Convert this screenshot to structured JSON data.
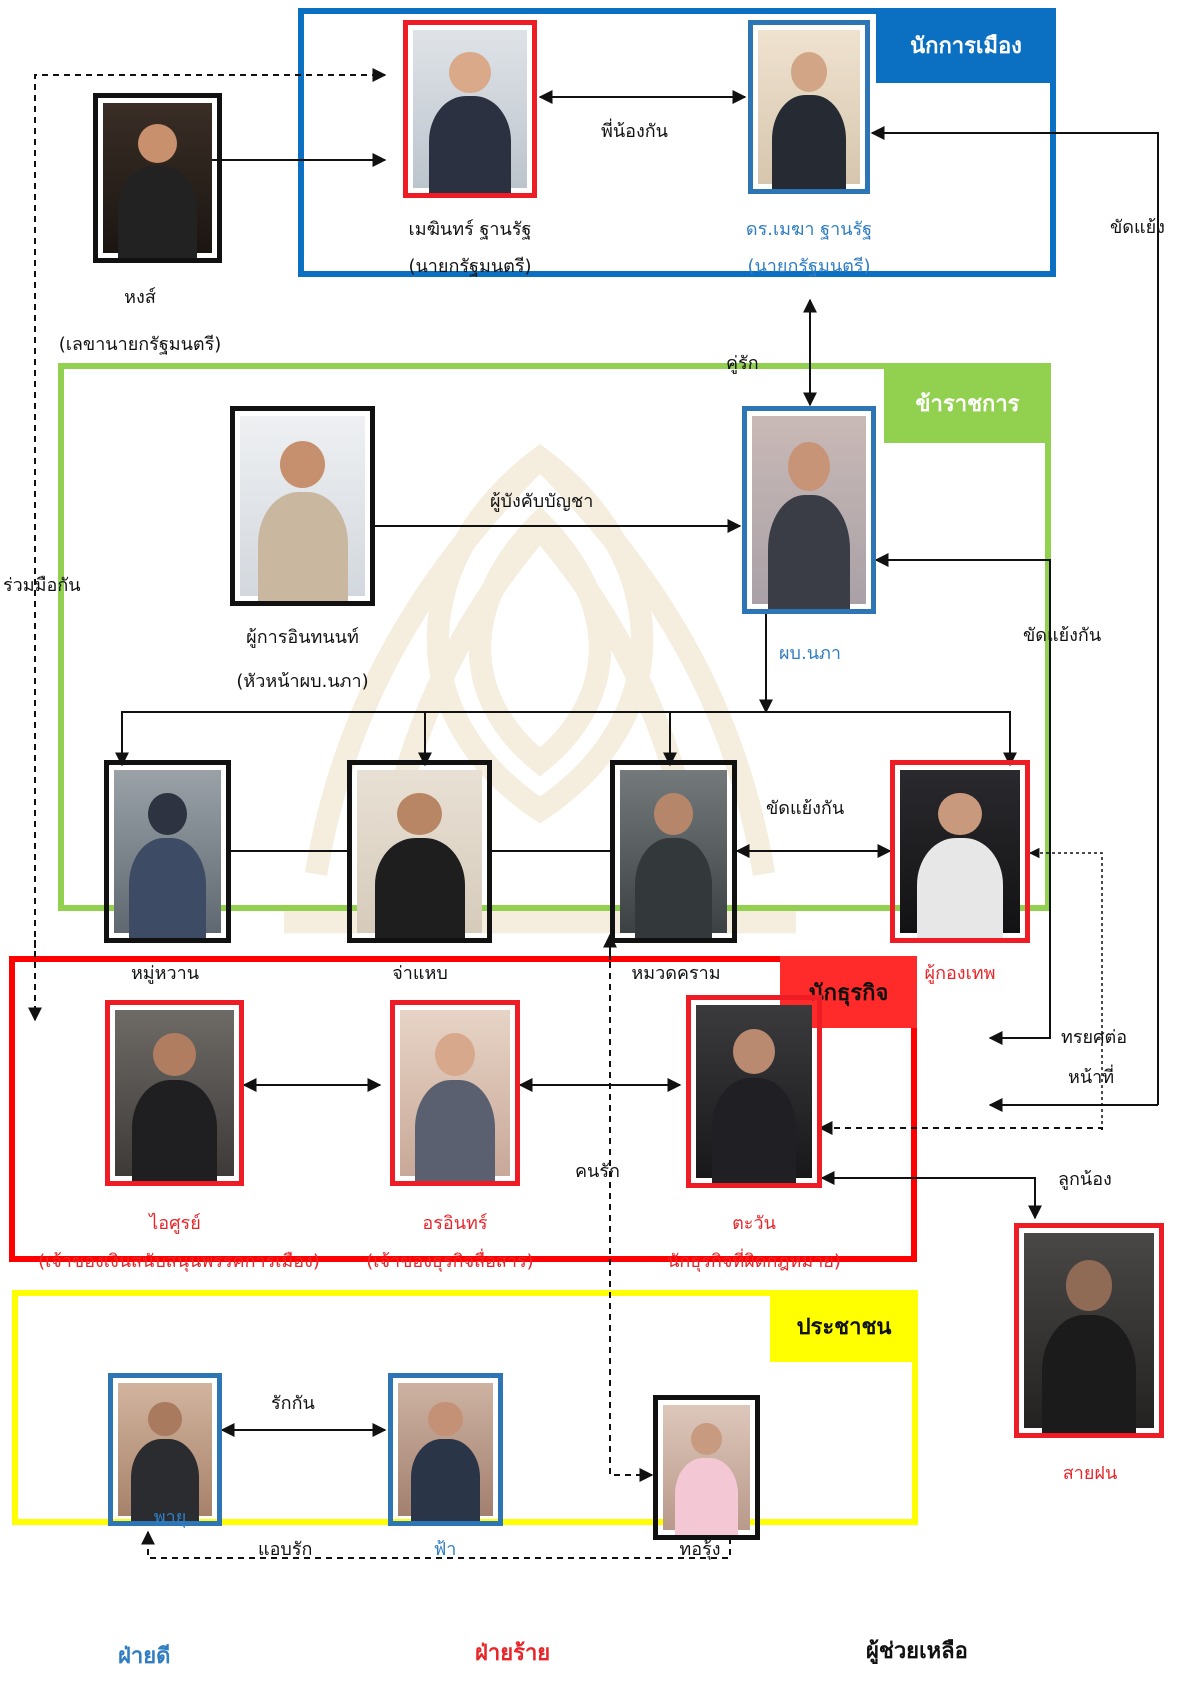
{
  "colors": {
    "politics": "#0b6fc2",
    "civil": "#92d050",
    "business": "#ff0000",
    "citizen": "#ffff00",
    "good": "#2f7dc2",
    "bad": "#e8262a",
    "helper": "#111111"
  },
  "groups": {
    "politics": "นักการเมือง",
    "civil": "ข้าราชการ",
    "business": "นักธุรกิจ",
    "citizen": "ประชาชน"
  },
  "characters": {
    "mayin": {
      "name": "เมฆินทร์ ฐานรัฐ",
      "role": "(นายกรัฐมนตรี)"
    },
    "mekha": {
      "name": "ดร.เมฆา ฐานรัฐ",
      "role": "(นายกรัฐมนตรี)"
    },
    "hong": {
      "name": "หงส์",
      "role": "(เลขานายกรัฐมนตรี)"
    },
    "napa": {
      "name": "ผบ.นภา"
    },
    "inthanon": {
      "name": "ผู้การอินทนนท์",
      "role": "(หัวหน้าผบ.นภา)"
    },
    "muwan": {
      "name": "หมู่หวาน"
    },
    "jaehaeb": {
      "name": "จ่าแหบ"
    },
    "muadkram": {
      "name": "หมวดคราม"
    },
    "kongthep": {
      "name": "ผู้กองเทพ"
    },
    "aisoon": {
      "name": "ไอศูรย์",
      "role": "(เจ้าของเงินสนับสนุนพรรคการเมือง)"
    },
    "orarin": {
      "name": "อรอินทร์",
      "role": "(เจ้าของธุรกิจสื่อสาร)"
    },
    "tawan": {
      "name": "ตะวัน",
      "role": "นักธุรกิจที่ผิดกฎหมาย)"
    },
    "saifon": {
      "name": "สายฝน"
    },
    "payu": {
      "name": "พายุ"
    },
    "fah": {
      "name": "ฟ้า"
    },
    "thorung": {
      "name": "ทอรุ้ง"
    }
  },
  "relations": {
    "siblings": "พี่น้องกัน",
    "conflict": "ขัดแย้ง",
    "couple": "คู่รัก",
    "cooperate": "ร่วมมือกัน",
    "commander": "ผู้บังคับบัญชา",
    "conflict_each": "ขัดแย้งกัน",
    "conflict_each2": "ขัดแย้งกัน",
    "corrupt_1": "ทรยศต่อ",
    "corrupt_2": "หน้าที่",
    "lover": "คนรัก",
    "subordinate": "ลูกน้อง",
    "love_each": "รักกัน",
    "secret_love": "แอบรัก"
  },
  "legend": {
    "good": "ฝ่ายดี",
    "bad": "ฝ่ายร้าย",
    "helper": "ผู้ช่วยเหลือ"
  }
}
